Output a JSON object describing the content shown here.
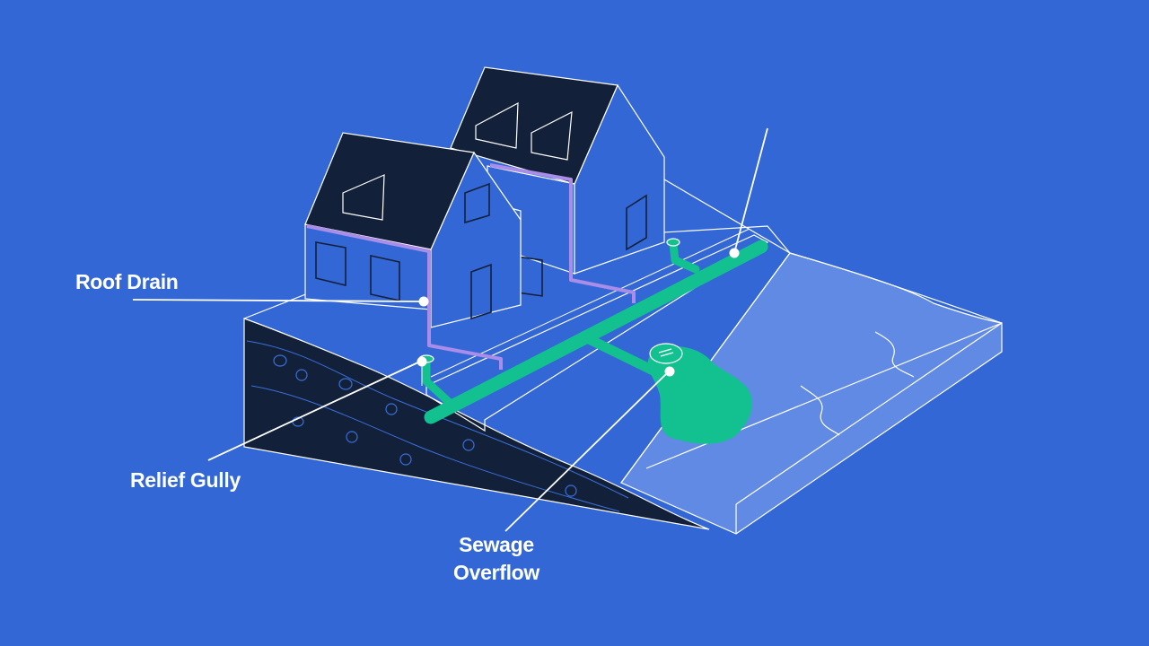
{
  "labels": {
    "roof_drain": "Roof Drain",
    "relief_gully": "Relief Gully",
    "sewage_overflow_line1": "Sewage",
    "sewage_overflow_line2": "Overflow"
  },
  "colors": {
    "background": "#3367d6",
    "outline": "#ffffff",
    "roof": "#13203a",
    "sewer_pipe": "#13c08f",
    "roof_drain_pipe": "#a98de8",
    "ground_section": "#13203a",
    "water": "#6a90e6"
  }
}
